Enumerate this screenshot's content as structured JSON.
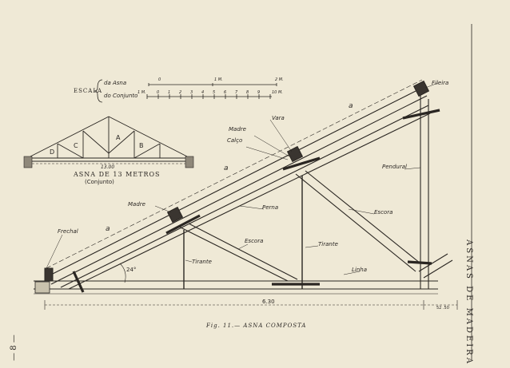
{
  "page": {
    "side_title": "ASNAS DE MADEIRA",
    "page_number": "— 8 —",
    "caption": "Fig. 11.— ASNA COMPOSTA"
  },
  "scale": {
    "heading": "ESCALA",
    "asna_label": "da Asna",
    "conjunto_label": "do Conjunto",
    "asna_ticks": [
      "0",
      "1 M.",
      "2 M."
    ],
    "conjunto_ticks": [
      "1 M.",
      "0",
      "1",
      "2",
      "3",
      "4",
      "5",
      "6",
      "7",
      "8",
      "9",
      "10 M."
    ]
  },
  "inset": {
    "title": "ASNA DE 13 METROS",
    "subtitle": "(Conjunto)",
    "span": "13.00",
    "markers": [
      "A",
      "B",
      "C",
      "D"
    ]
  },
  "main": {
    "labels": {
      "fileira": "Fileira",
      "vara": "Vara",
      "madre_top": "Madre",
      "calco": "Calço",
      "pendural": "Pendural",
      "perna": "Perna",
      "madre_low": "Madre",
      "escora_right": "Escora",
      "frechal": "Frechal",
      "escora_mid": "Escora",
      "tirante_mid": "Tirante",
      "tirante_left": "Tirante",
      "linha": "Linha"
    },
    "angle": "24°",
    "half_span": "6.30",
    "small_dim": "52 .50",
    "letter_a": "a"
  },
  "colors": {
    "paper": "#efe9d6",
    "ink": "#2a2622"
  }
}
